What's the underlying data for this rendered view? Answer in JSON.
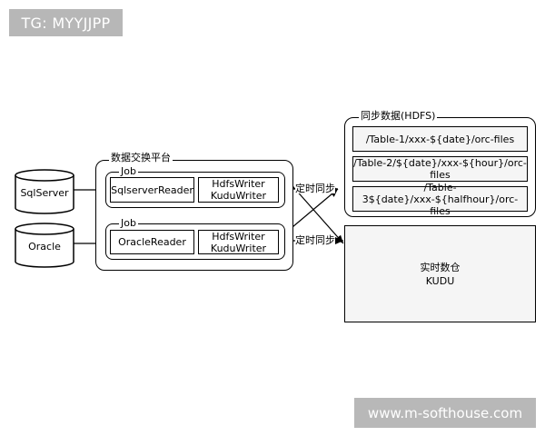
{
  "badge": {
    "text": "TG: MYYJJPP"
  },
  "watermark": {
    "text": "www.m-softhouse.com"
  },
  "sources": {
    "sqlserver": "SqlServer",
    "oracle": "Oracle"
  },
  "platform": {
    "title": "数据交换平台",
    "jobs": [
      {
        "title": "Job",
        "reader": "SqlserverReader",
        "writer_line1": "HdfsWriter",
        "writer_line2": "KuduWriter"
      },
      {
        "title": "Job",
        "reader": "OracleReader",
        "writer_line1": "HdfsWriter",
        "writer_line2": "KuduWriter"
      }
    ]
  },
  "edges": {
    "sync_label_1": "定时同步",
    "sync_label_2": "定时同步"
  },
  "hdfs": {
    "title": "同步数据(HDFS)",
    "tables": [
      "/Table-1/xxx-${date}/orc-files",
      "/Table-2/${date}/xxx-${hour}/orc-files",
      "/Table-3${date}/xxx-${halfhour}/orc-files"
    ]
  },
  "kudu": {
    "line1": "实时数仓",
    "line2": "KUDU"
  }
}
